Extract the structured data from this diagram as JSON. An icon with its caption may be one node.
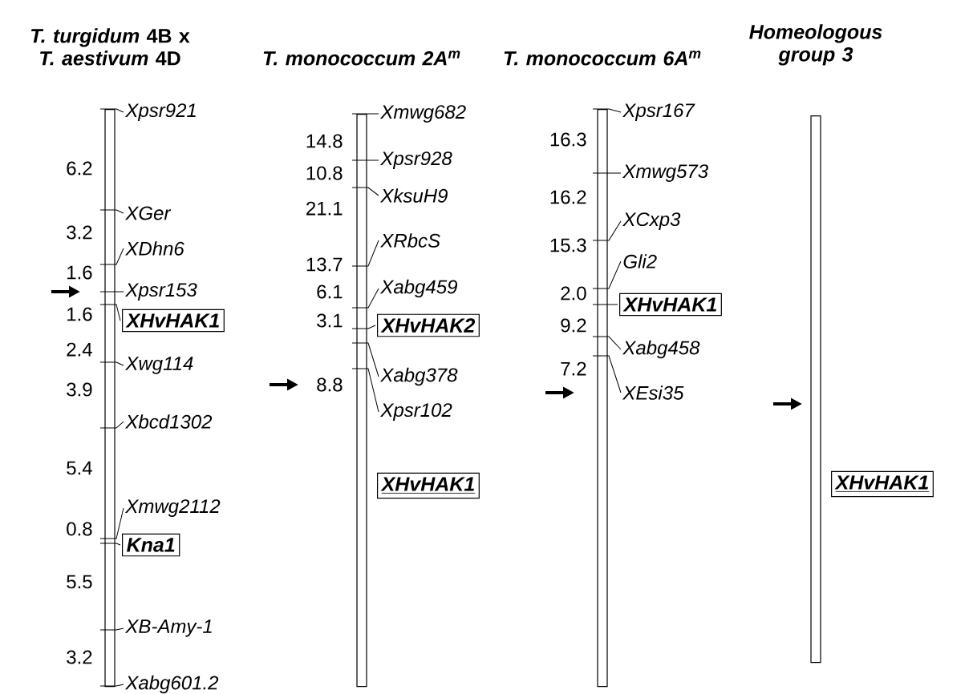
{
  "diagram": {
    "nodes": [
      {
        "text": [
          "*T. turgidum* 4B x *T. aestivum* 4D"
        ]
      },
      {
        "text": [
          "XHvHAK1"
        ]
      },
      {
        "text": [
          "Kna1"
        ]
      },
      {
        "text": [
          "T. monococcum 2A$^{m}$"
        ]
      },
      {
        "text": [
          "XHvHAK2"
        ]
      },
      {
        "text": [
          "XHvHAK1"
        ]
      },
      {
        "text": [
          "T. monococcum 6A$^{m}$"
        ]
      },
      {
        "text": [
          "XHvHAK1"
        ]
      },
      {
        "text": [
          "Homeologous group 3"
        ]
      },
      {
        "text": [
          "XHvHAK1"
        ]
      }
    ],
    "edges": [],
    "labels": [
      "Xpsr921",
      "XGer",
      "XDhn6",
      "Xpsr153",
      "Xwg114",
      "Xbcd1302",
      "Xmwg2112",
      "XB-Amy-1",
      "Xabg601.2",
      "6.2",
      "3.2",
      "1.6",
      "1.6",
      "2.4",
      "3.9",
      "5.4",
      "0.8",
      "5.5",
      "3.2",
      "Xmwg682",
      "Xpsr928",
      "XksuH9",
      "XRbcS",
      "Xabg459",
      "Xabg378",
      "Xpsr102",
      "14.8",
      "10.8",
      "21.1",
      "13.7",
      "6.1",
      "3.1",
      "8.8",
      "Xpsr167",
      "Xmwg573",
      "XCxp3",
      "Gli2",
      "Xabg458",
      "XEsi35",
      "16.3",
      "16.2",
      "15.3",
      "2.0",
      "9.2",
      "7.2"
    ]
  }
}
